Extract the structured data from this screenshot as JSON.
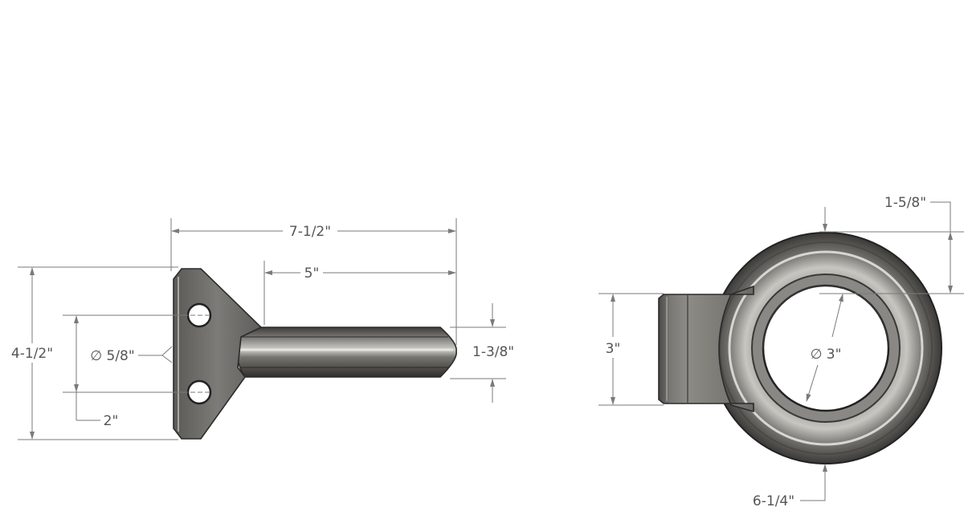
{
  "colors": {
    "dimension": "#7a7a7a",
    "dimension_text": "#555555",
    "steel_dark": "#3a3a3a",
    "steel_mid": "#6e6c68",
    "steel_light": "#b5b3ae"
  },
  "side_view": {
    "overall_length": "7-1/2\"",
    "shank_length": "5\"",
    "overall_height": "4-1/2\"",
    "hole_diameter": "∅ 5/8\"",
    "hole_spacing": "2\"",
    "shank_thickness": "1-3/8\""
  },
  "end_view": {
    "plate_height": "3\"",
    "eye_inner_diameter": "∅ 3\"",
    "ring_thickness": "1-5/8\"",
    "ring_outer_diameter": "6-1/4\""
  }
}
